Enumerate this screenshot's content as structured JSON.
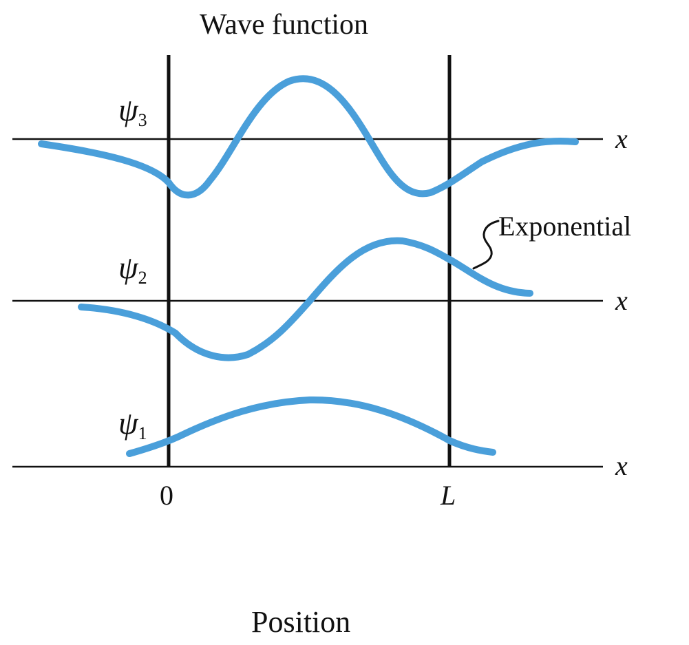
{
  "title": "Wave function",
  "xlabel": "Position",
  "axis_symbol": "x",
  "origin_tick": "0",
  "end_tick": "L",
  "annotation": "Exponential",
  "wavefunctions": [
    {
      "symbol": "ψ",
      "subscript": "3"
    },
    {
      "symbol": "ψ",
      "subscript": "2"
    },
    {
      "symbol": "ψ",
      "subscript": "1"
    }
  ],
  "curve_color": "#4a9fda",
  "line_color": "#111111"
}
